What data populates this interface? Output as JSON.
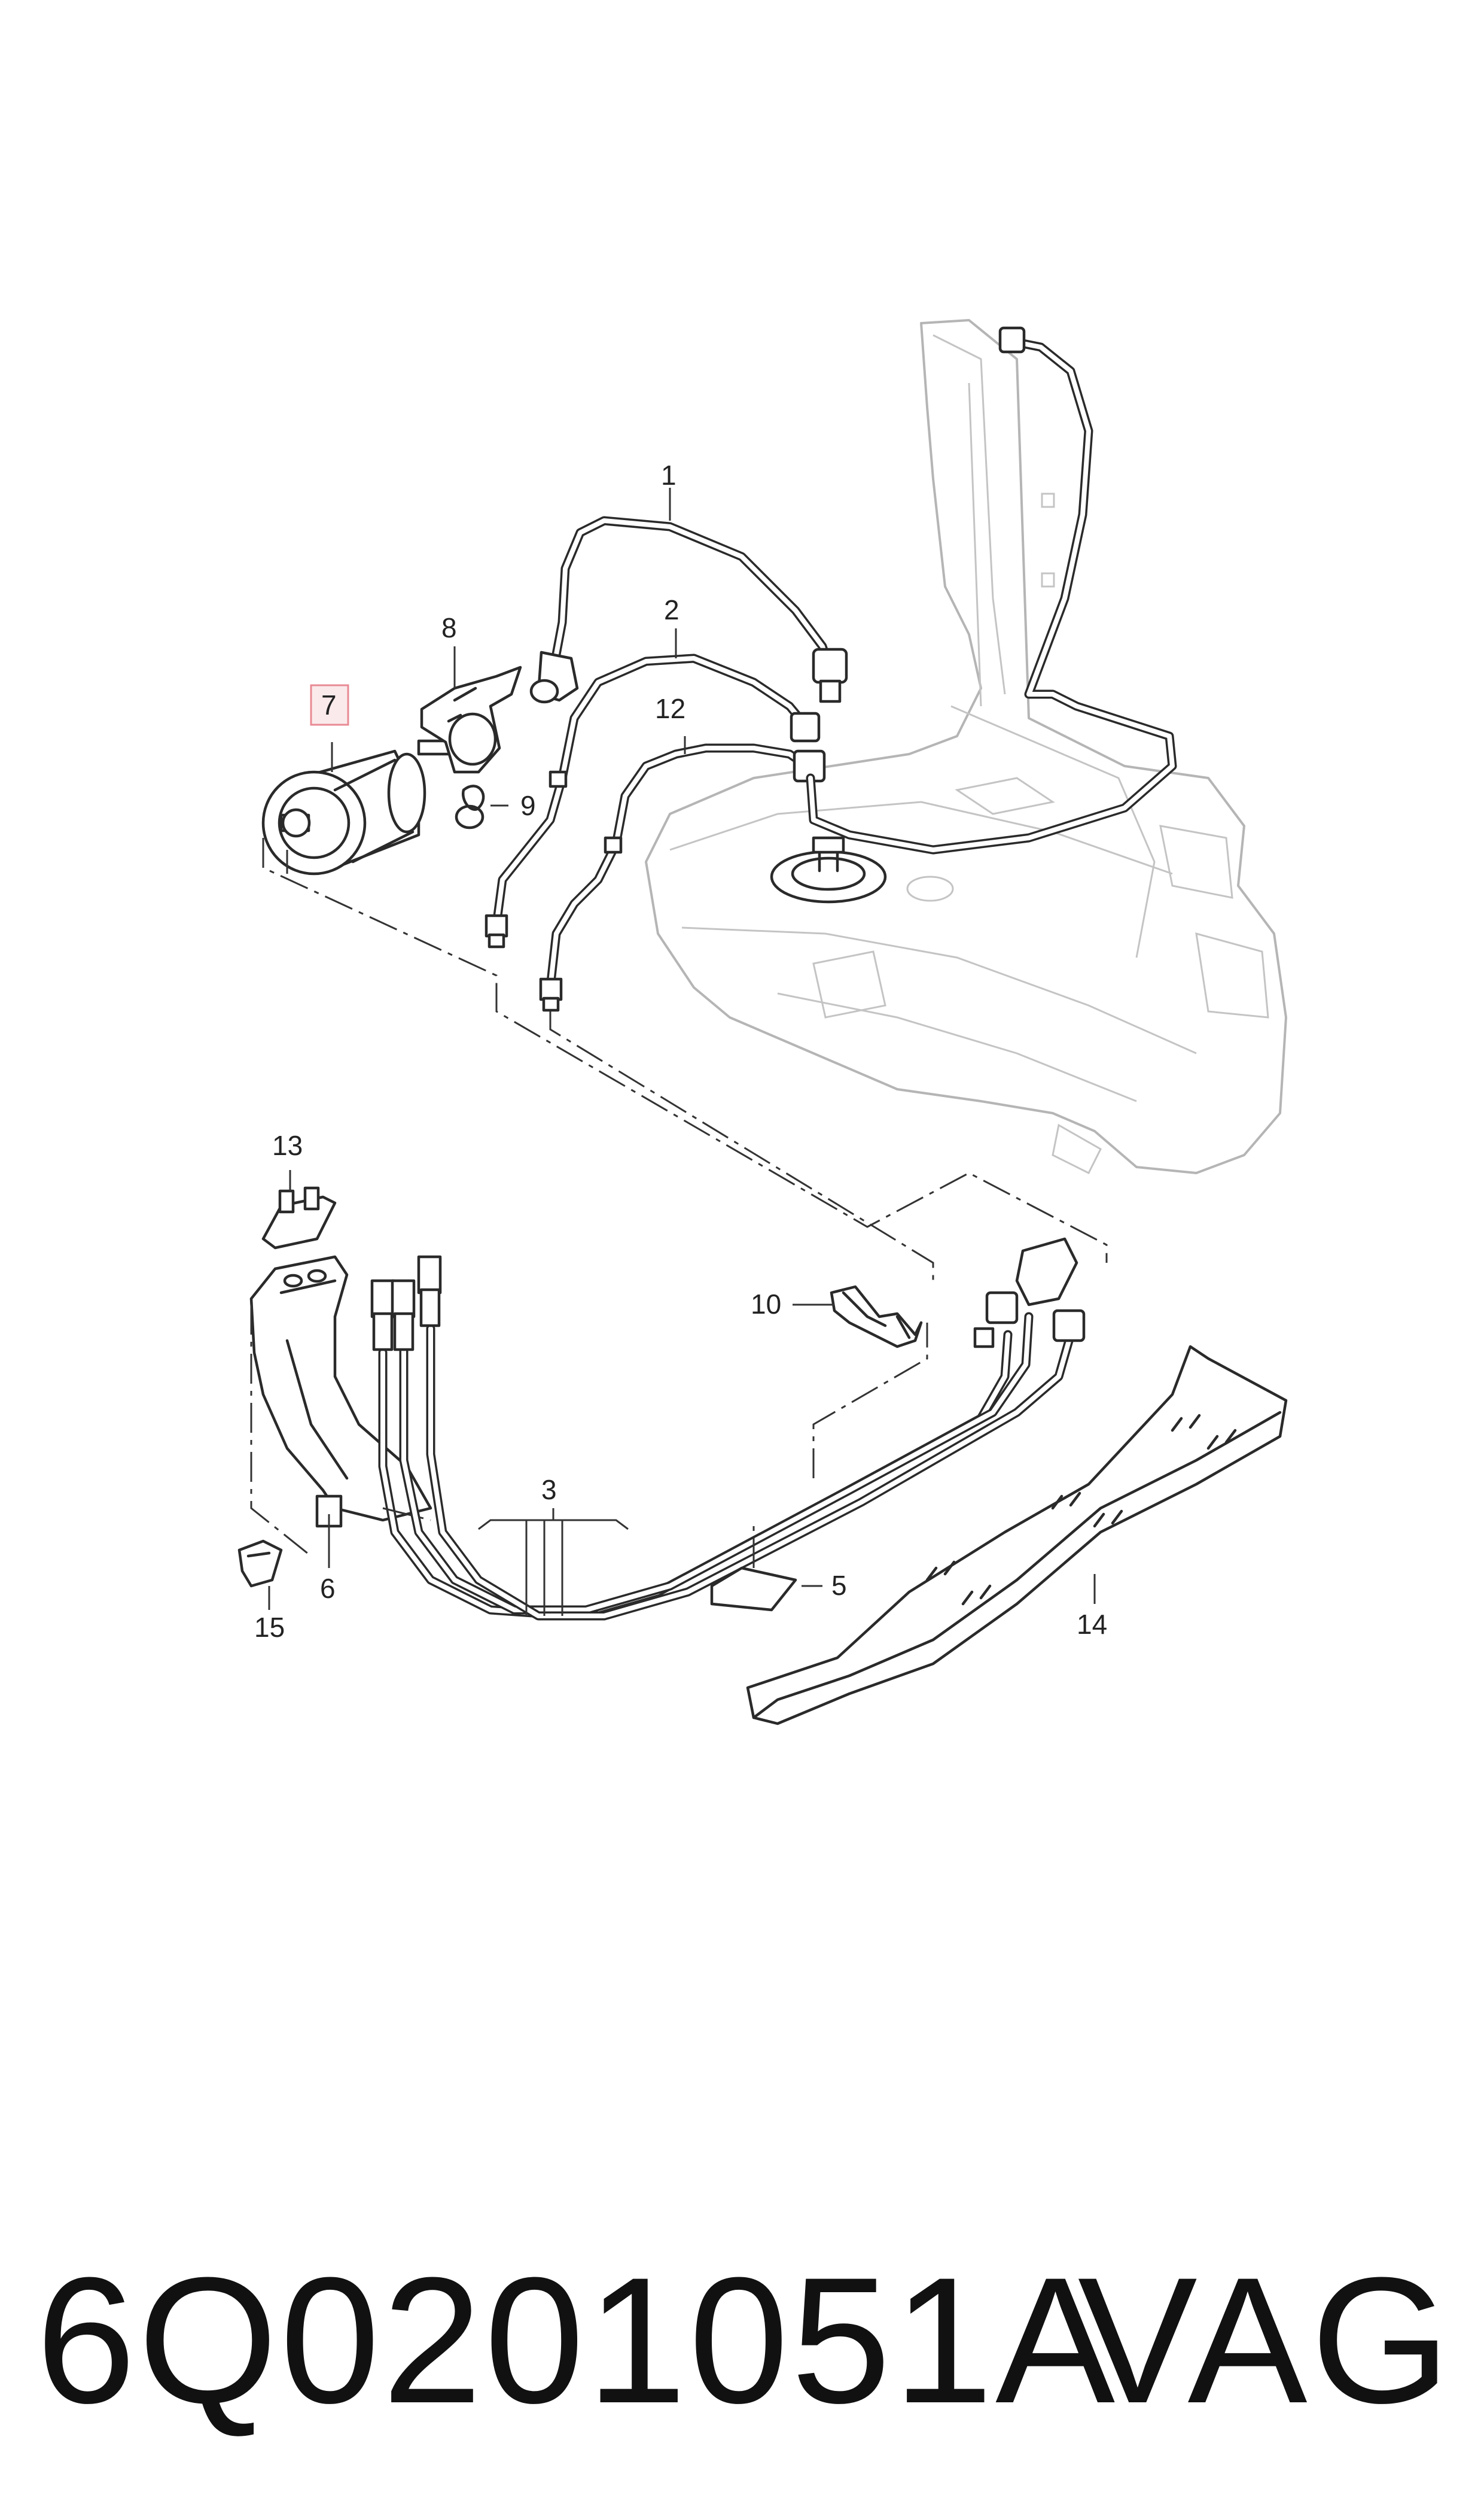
{
  "callouts": {
    "c1": "1",
    "c2": "2",
    "c3": "3",
    "c5": "5",
    "c6": "6",
    "c7": "7",
    "c8": "8",
    "c9": "9",
    "c10": "10",
    "c12": "12",
    "c13": "13",
    "c14": "14",
    "c15": "15"
  },
  "highlight_color": "#e88a94",
  "footer": {
    "part_number": "6Q0201051A",
    "brand": "VAG"
  }
}
